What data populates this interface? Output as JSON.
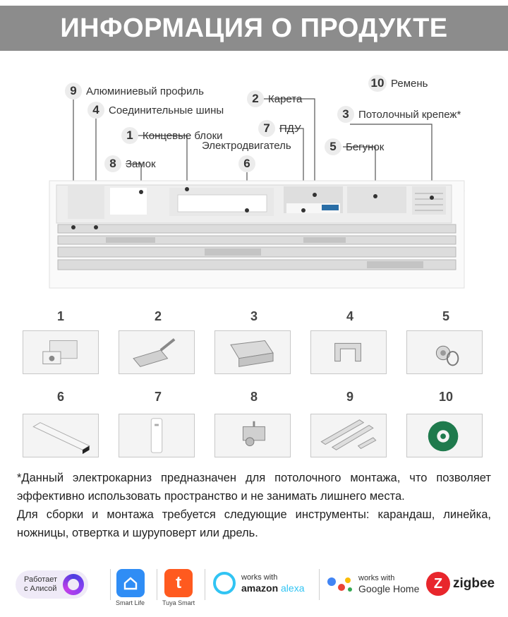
{
  "header": {
    "title": "ИНФОРМАЦИЯ О ПРОДУКТЕ"
  },
  "callouts": [
    {
      "num": "9",
      "label": "Алюминиевый профиль"
    },
    {
      "num": "4",
      "label": "Соединительные шины"
    },
    {
      "num": "1",
      "label": "Концевые блоки"
    },
    {
      "num": "8",
      "label": "Замок"
    },
    {
      "num": "2",
      "label": "Карета"
    },
    {
      "num": "7",
      "label": "ПДУ"
    },
    {
      "num": "6",
      "label": "Электродвигатель"
    },
    {
      "num": "10",
      "label": "Ремень"
    },
    {
      "num": "3",
      "label": "Потолочный крепеж*"
    },
    {
      "num": "5",
      "label": "Бегунок"
    }
  ],
  "grid": {
    "numbers": [
      "1",
      "2",
      "3",
      "4",
      "5",
      "6",
      "7",
      "8",
      "9",
      "10"
    ]
  },
  "note": {
    "line1": "*Данный электрокарниз предназначен для потолочного монтажа, что позволяет эффективно использовать пространство и не занимать лишнего места.",
    "line2": "Для сборки и монтажа требуется следующие инструменты: карандаш, линейка, ножницы, отвертка и шуруповерт или дрель."
  },
  "logos": {
    "alice": {
      "line1": "Работает",
      "line2": "с Алисой"
    },
    "smartlife": {
      "label": "Smart Life"
    },
    "tuya": {
      "label": "Tuya Smart"
    },
    "alexa": {
      "line1": "works with",
      "line2a": "amazon",
      "line2b": "alexa"
    },
    "google": {
      "line1": "works with",
      "line2": "Google Home"
    },
    "zigbee": {
      "label": "zigbee"
    }
  },
  "colors": {
    "banner": "#8c8c8c",
    "alice_purple": "#7b3ff2",
    "smartlife_blue": "#2f8df5",
    "tuya_orange": "#ff5a1f",
    "alexa_blue": "#31c4f3",
    "zigbee_red": "#e8262c"
  }
}
